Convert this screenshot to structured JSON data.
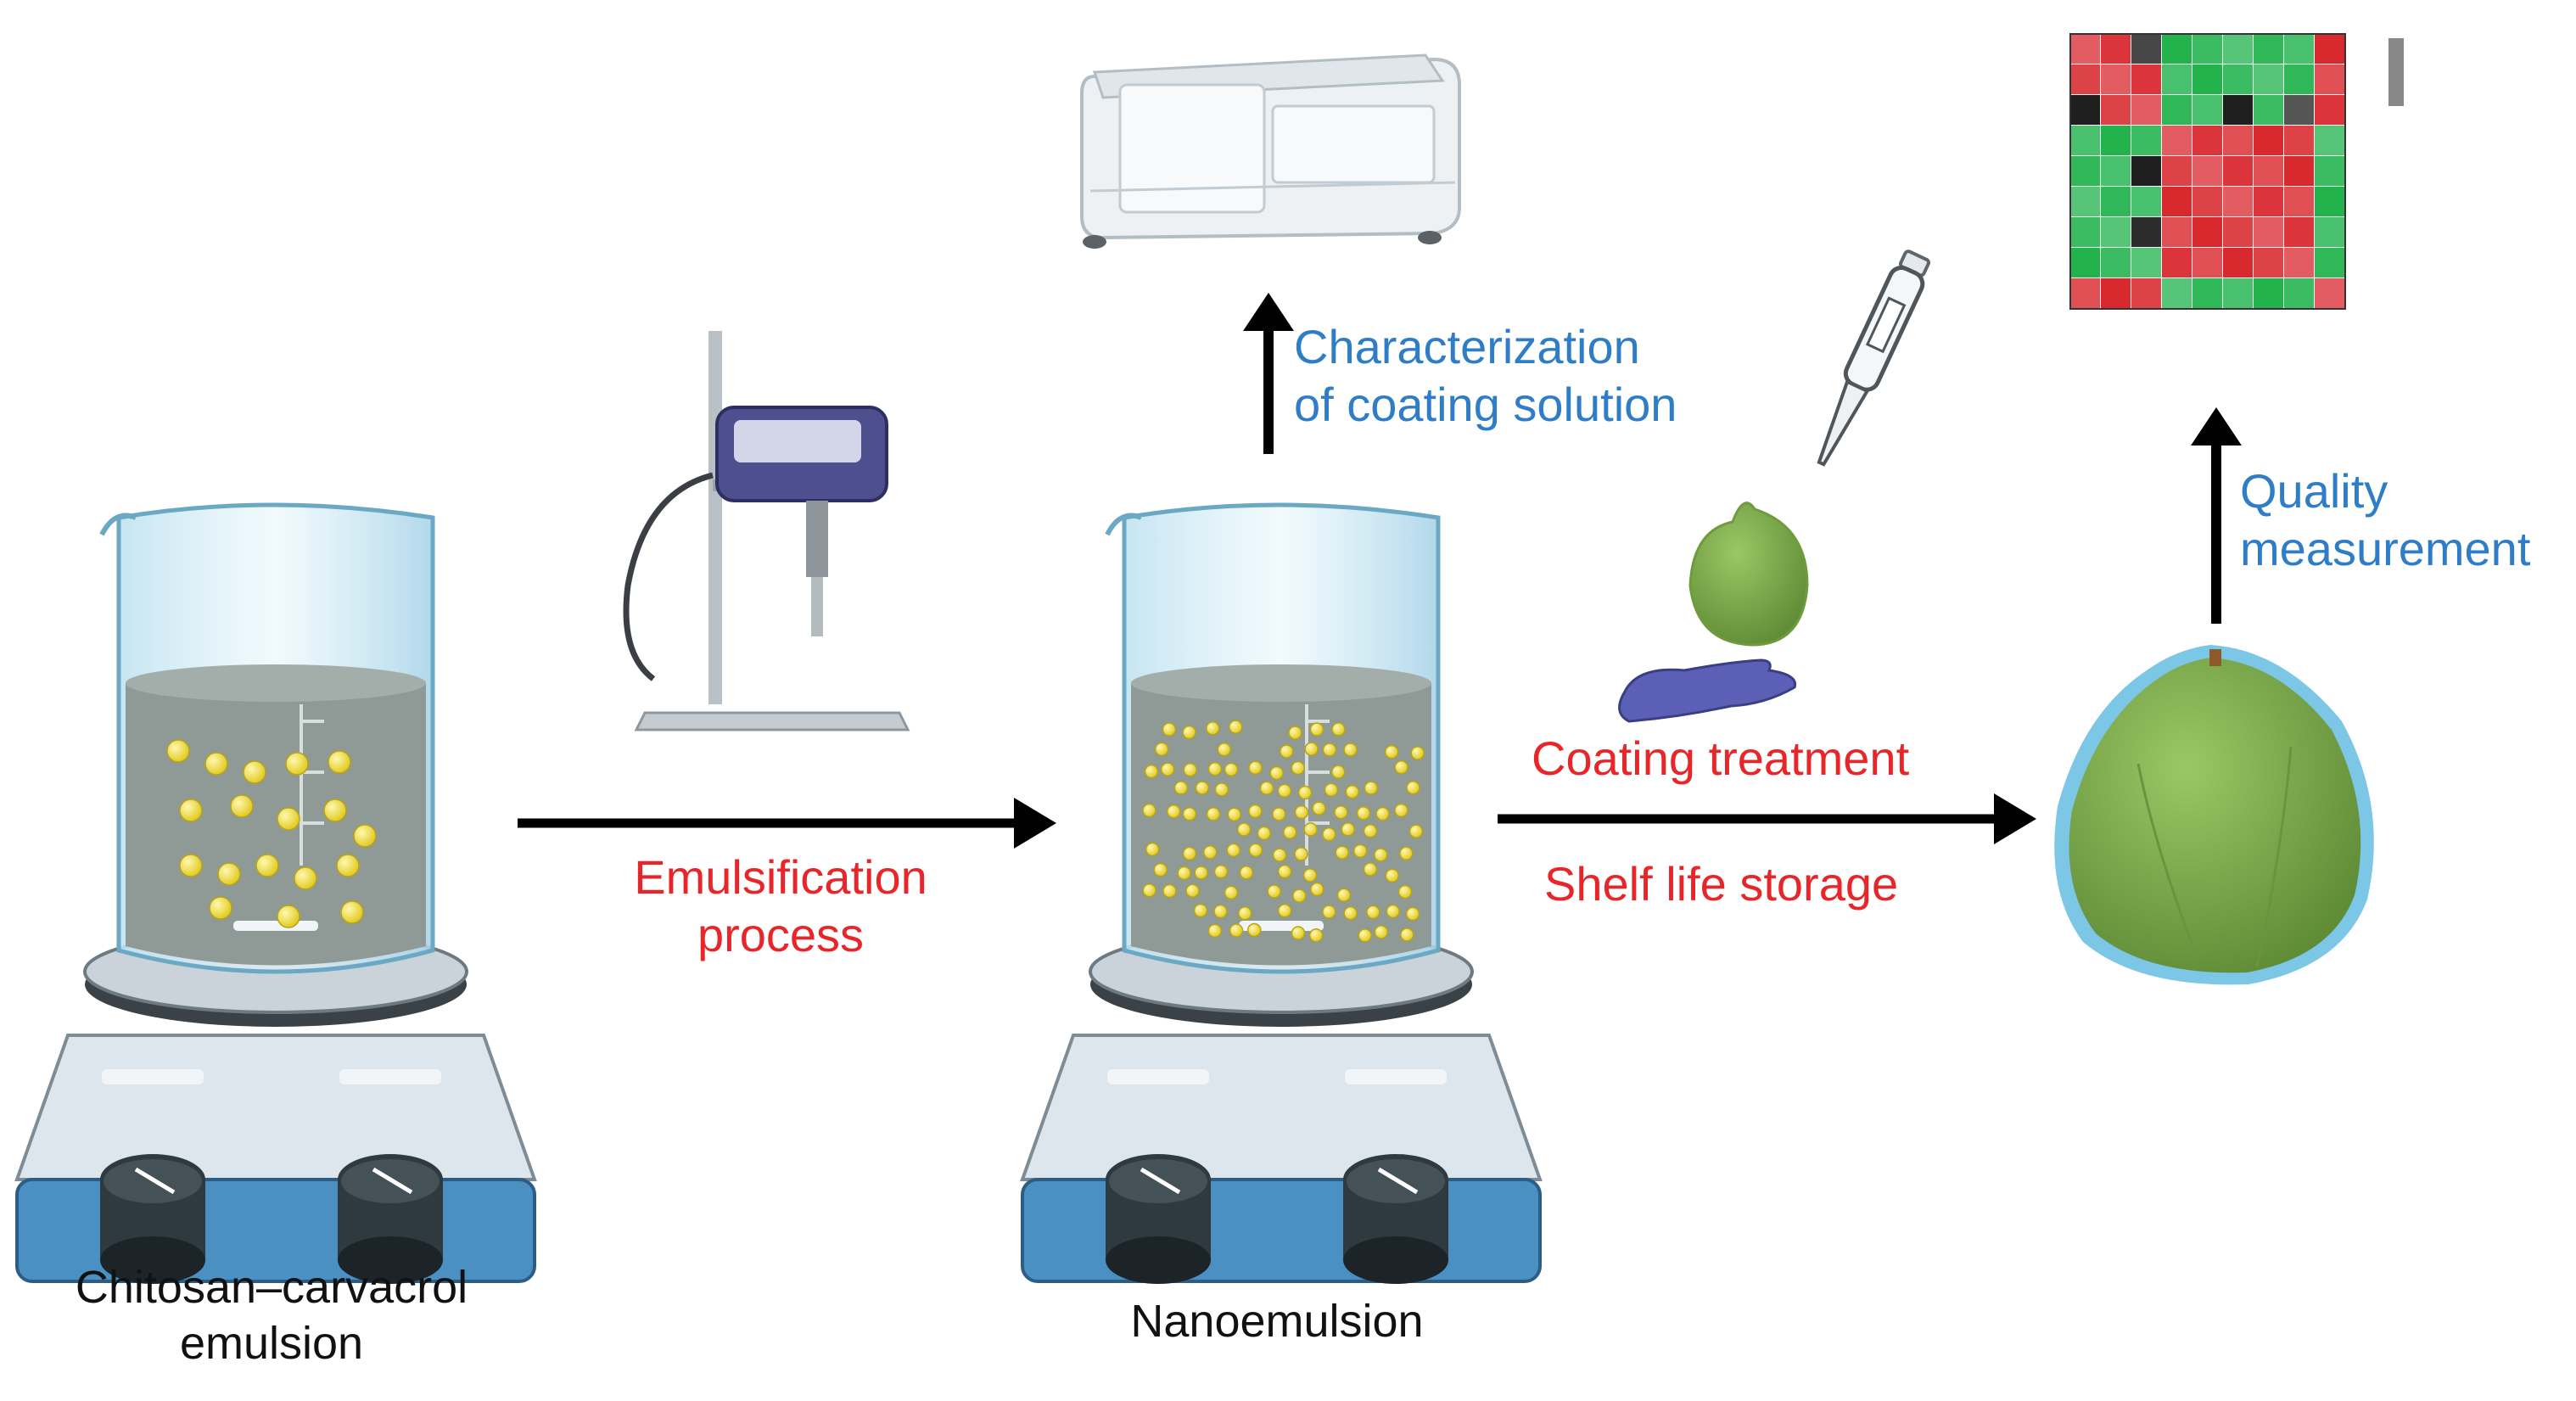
{
  "labels": {
    "start": [
      "Chitosan–carvacrol",
      "emulsion"
    ],
    "emulsification": [
      "Emulsification",
      "process"
    ],
    "nanoemulsion": "Nanoemulsion",
    "characterization": [
      "Characterization",
      "of coating solution"
    ],
    "coating": "Coating treatment",
    "shelf": "Shelf life storage",
    "quality": [
      "Quality",
      "measurement"
    ]
  },
  "colors": {
    "blue_text": "#2f7dc6",
    "red_text": "#e8262a",
    "liquid": "#8f9a96",
    "droplet": "#f3e43a",
    "stirrer_base": "#4a90c2",
    "fruit": "#7ea84a",
    "fruit_coating": "#7cc6e6",
    "glove": "#5b5fb5",
    "heatmap_red": "#d8262c",
    "heatmap_green": "#1fb24b"
  },
  "icons": [
    "beaker-stirrer-icon",
    "homogenizer-icon",
    "spectrophotometer-icon",
    "pipette-icon",
    "guava-icon",
    "gloved-hand-icon",
    "correlation-heatmap-icon"
  ]
}
